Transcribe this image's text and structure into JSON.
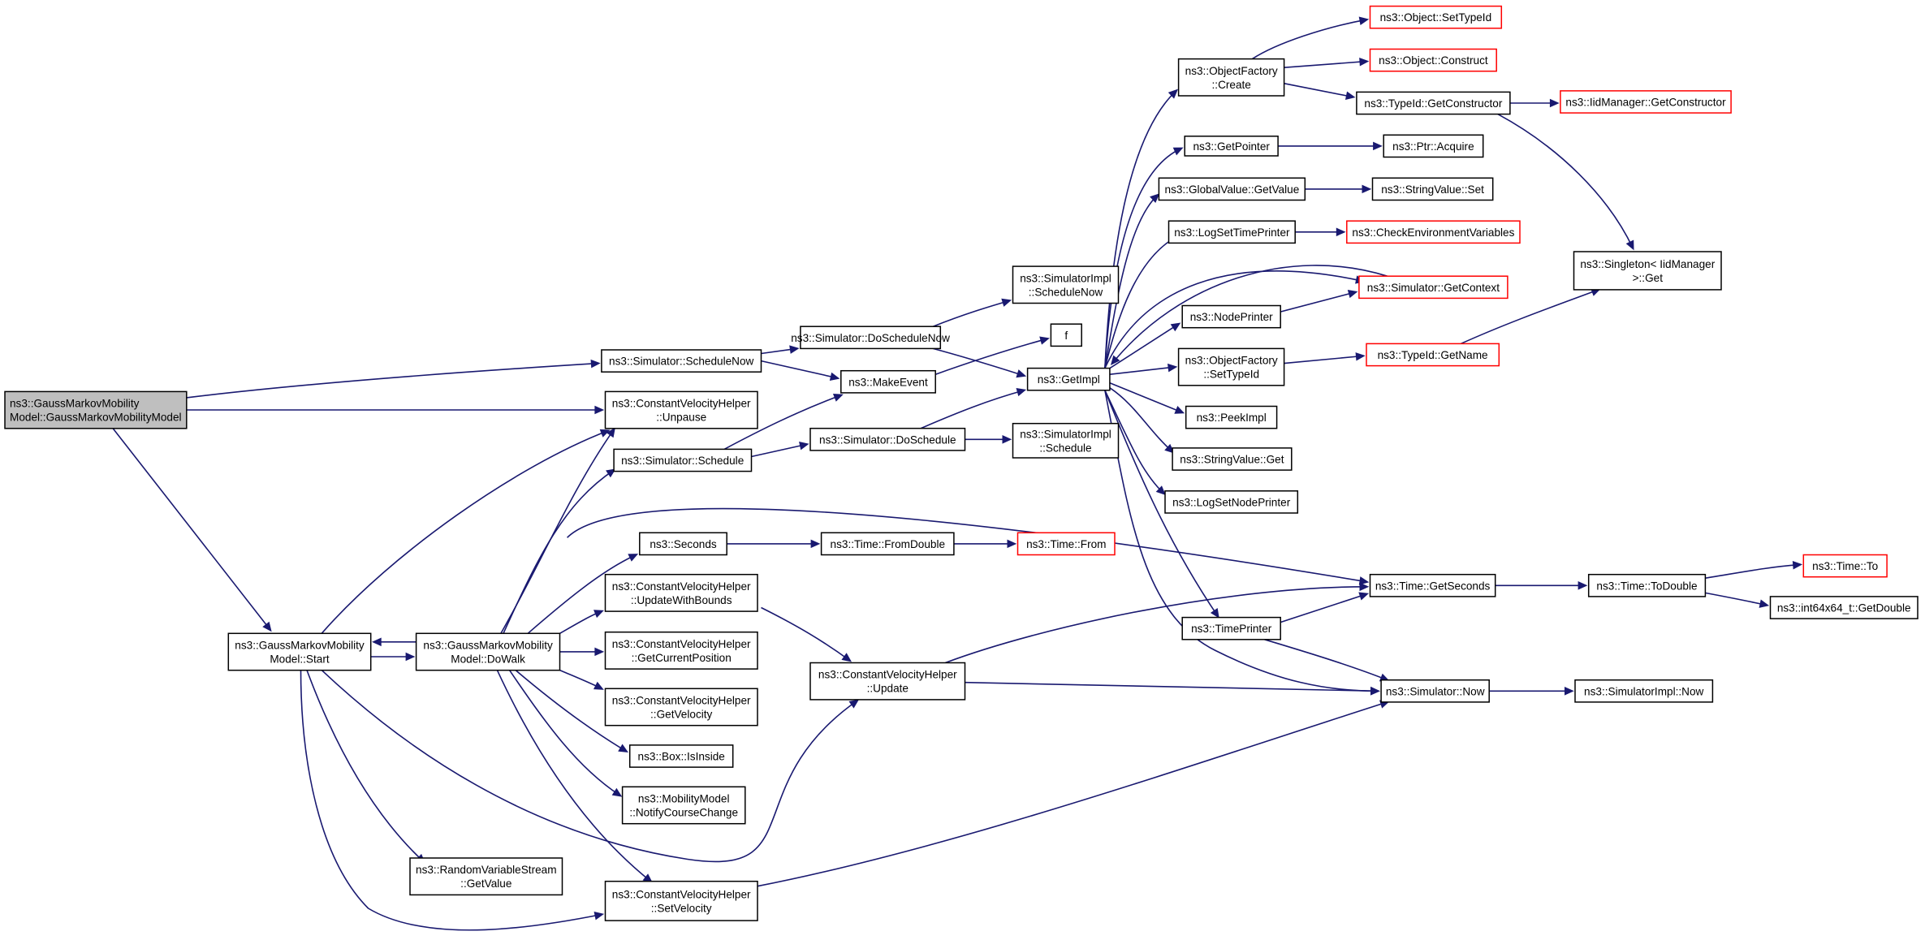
{
  "colors": {
    "edge": "#191970",
    "node_border": "#000000",
    "truncated_border": "#ff0000",
    "root_fill": "#bfbfbf",
    "node_fill": "#ffffff"
  },
  "nodes": [
    {
      "id": "root",
      "lines": [
        "ns3::GaussMarkovMobility",
        "Model::GaussMarkovMobilityModel"
      ],
      "root": true
    },
    {
      "id": "start",
      "lines": [
        "ns3::GaussMarkovMobility",
        "Model::Start"
      ]
    },
    {
      "id": "dowalk",
      "lines": [
        "ns3::GaussMarkovMobility",
        "Model::DoWalk"
      ]
    },
    {
      "id": "schedulenow",
      "lines": [
        "ns3::Simulator::ScheduleNow"
      ]
    },
    {
      "id": "unpause",
      "lines": [
        "ns3::ConstantVelocityHelper",
        "::Unpause"
      ]
    },
    {
      "id": "schedule",
      "lines": [
        "ns3::Simulator::Schedule"
      ]
    },
    {
      "id": "seconds",
      "lines": [
        "ns3::Seconds"
      ]
    },
    {
      "id": "updatewb",
      "lines": [
        "ns3::ConstantVelocityHelper",
        "::UpdateWithBounds"
      ]
    },
    {
      "id": "getcurpos",
      "lines": [
        "ns3::ConstantVelocityHelper",
        "::GetCurrentPosition"
      ]
    },
    {
      "id": "getvel",
      "lines": [
        "ns3::ConstantVelocityHelper",
        "::GetVelocity"
      ]
    },
    {
      "id": "isinside",
      "lines": [
        "ns3::Box::IsInside"
      ]
    },
    {
      "id": "notify",
      "lines": [
        "ns3::MobilityModel",
        "::NotifyCourseChange"
      ]
    },
    {
      "id": "rvsget",
      "lines": [
        "ns3::RandomVariableStream",
        "::GetValue"
      ]
    },
    {
      "id": "setvel",
      "lines": [
        "ns3::ConstantVelocityHelper",
        "::SetVelocity"
      ]
    },
    {
      "id": "doschednow",
      "lines": [
        "ns3::Simulator::DoScheduleNow"
      ]
    },
    {
      "id": "makeevent",
      "lines": [
        "ns3::MakeEvent"
      ]
    },
    {
      "id": "dosched",
      "lines": [
        "ns3::Simulator::DoSchedule"
      ]
    },
    {
      "id": "fromdouble",
      "lines": [
        "ns3::Time::FromDouble"
      ]
    },
    {
      "id": "cvhupdate",
      "lines": [
        "ns3::ConstantVelocityHelper",
        "::Update"
      ]
    },
    {
      "id": "simimplschednow",
      "lines": [
        "ns3::SimulatorImpl",
        "::ScheduleNow"
      ]
    },
    {
      "id": "f",
      "lines": [
        "f"
      ]
    },
    {
      "id": "getimpl",
      "lines": [
        "ns3::GetImpl"
      ]
    },
    {
      "id": "simimplsched",
      "lines": [
        "ns3::SimulatorImpl",
        "::Schedule"
      ]
    },
    {
      "id": "timefrom",
      "lines": [
        "ns3::Time::From"
      ],
      "truncated": true
    },
    {
      "id": "objfactcreate",
      "lines": [
        "ns3::ObjectFactory",
        "::Create"
      ]
    },
    {
      "id": "getpointer",
      "lines": [
        "ns3::GetPointer"
      ]
    },
    {
      "id": "gvgetvalue",
      "lines": [
        "ns3::GlobalValue::GetValue"
      ]
    },
    {
      "id": "logsettp",
      "lines": [
        "ns3::LogSetTimePrinter"
      ]
    },
    {
      "id": "nodeprinter",
      "lines": [
        "ns3::NodePrinter"
      ]
    },
    {
      "id": "objfactsettid",
      "lines": [
        "ns3::ObjectFactory",
        "::SetTypeId"
      ]
    },
    {
      "id": "peekimpl",
      "lines": [
        "ns3::PeekImpl"
      ]
    },
    {
      "id": "svget",
      "lines": [
        "ns3::StringValue::Get"
      ]
    },
    {
      "id": "logsetnp",
      "lines": [
        "ns3::LogSetNodePrinter"
      ]
    },
    {
      "id": "timeprinter",
      "lines": [
        "ns3::TimePrinter"
      ]
    },
    {
      "id": "objsettid",
      "lines": [
        "ns3::Object::SetTypeId"
      ],
      "truncated": true
    },
    {
      "id": "objconstruct",
      "lines": [
        "ns3::Object::Construct"
      ],
      "truncated": true
    },
    {
      "id": "tidgetctor",
      "lines": [
        "ns3::TypeId::GetConstructor"
      ]
    },
    {
      "id": "ptracquire",
      "lines": [
        "ns3::Ptr::Acquire"
      ]
    },
    {
      "id": "svset",
      "lines": [
        "ns3::StringValue::Set"
      ]
    },
    {
      "id": "checkenv",
      "lines": [
        "ns3::CheckEnvironmentVariables"
      ],
      "truncated": true
    },
    {
      "id": "simgetctx",
      "lines": [
        "ns3::Simulator::GetContext"
      ],
      "truncated": true
    },
    {
      "id": "tidgetname",
      "lines": [
        "ns3::TypeId::GetName"
      ],
      "truncated": true
    },
    {
      "id": "timegetsec",
      "lines": [
        "ns3::Time::GetSeconds"
      ]
    },
    {
      "id": "simnow",
      "lines": [
        "ns3::Simulator::Now"
      ]
    },
    {
      "id": "iidmgrgetctor",
      "lines": [
        "ns3::IidManager::GetConstructor"
      ],
      "truncated": true
    },
    {
      "id": "singleton",
      "lines": [
        "ns3::Singleton< IidManager",
        "&gt;::Get"
      ]
    },
    {
      "id": "timetodouble",
      "lines": [
        "ns3::Time::ToDouble"
      ]
    },
    {
      "id": "simimplnow",
      "lines": [
        "ns3::SimulatorImpl::Now"
      ]
    },
    {
      "id": "timeto",
      "lines": [
        "ns3::Time::To"
      ],
      "truncated": true
    },
    {
      "id": "int64getdouble",
      "lines": [
        "ns3::int64x64_t::GetDouble"
      ]
    }
  ]
}
